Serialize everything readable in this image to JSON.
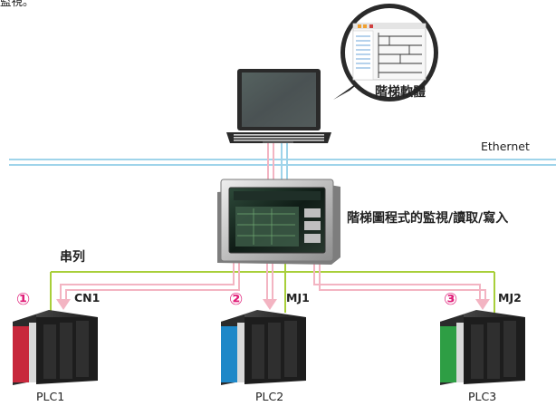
{
  "top_text": "監視。",
  "software_label": "階梯軟體",
  "network_label": "Ethernet",
  "hmi_caption": "階梯圖程式的監視/讀取/寫入",
  "serial_label": "串列",
  "plcs": [
    {
      "marker": "①",
      "port": "CN1",
      "name": "PLC1",
      "accent": "#c8283c"
    },
    {
      "marker": "②",
      "port": "MJ1",
      "name": "PLC2",
      "accent": "#1e88c8"
    },
    {
      "marker": "③",
      "port": "MJ2",
      "name": "PLC3",
      "accent": "#2e9e44"
    }
  ],
  "colors": {
    "ethernet": "#9fd4ea",
    "serial": "#a8cf3a",
    "arrow": "#f3b4c2",
    "marker": "#e0207a"
  }
}
